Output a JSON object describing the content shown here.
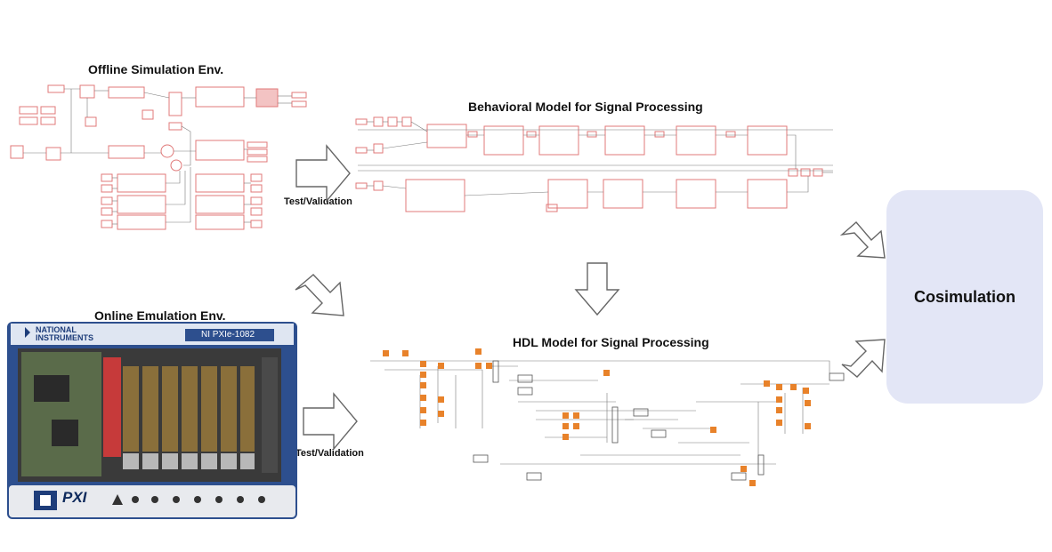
{
  "panels": {
    "offline": {
      "title": "Offline Simulation Env."
    },
    "behavioral": {
      "title": "Behavioral Model for Signal Processing"
    },
    "online": {
      "title": "Online Emulation Env."
    },
    "hdl": {
      "title": "HDL Model for Signal Processing"
    },
    "cosim": {
      "title": "Cosimulation"
    }
  },
  "edges": {
    "offline_to_behavioral": {
      "label": "Test/Validation"
    },
    "online_to_hdl": {
      "label": "Test/Validation"
    }
  },
  "hardware": {
    "brand_line1": "NATIONAL",
    "brand_line2": "INSTRUMENTS",
    "model": "NI PXIe-1082",
    "logo": "PXI"
  },
  "colors": {
    "block_red": "#e07878",
    "block_orange": "#e8822a",
    "wire_gray": "#7a7a7a",
    "cosim_bg": "#e3e6f6"
  }
}
